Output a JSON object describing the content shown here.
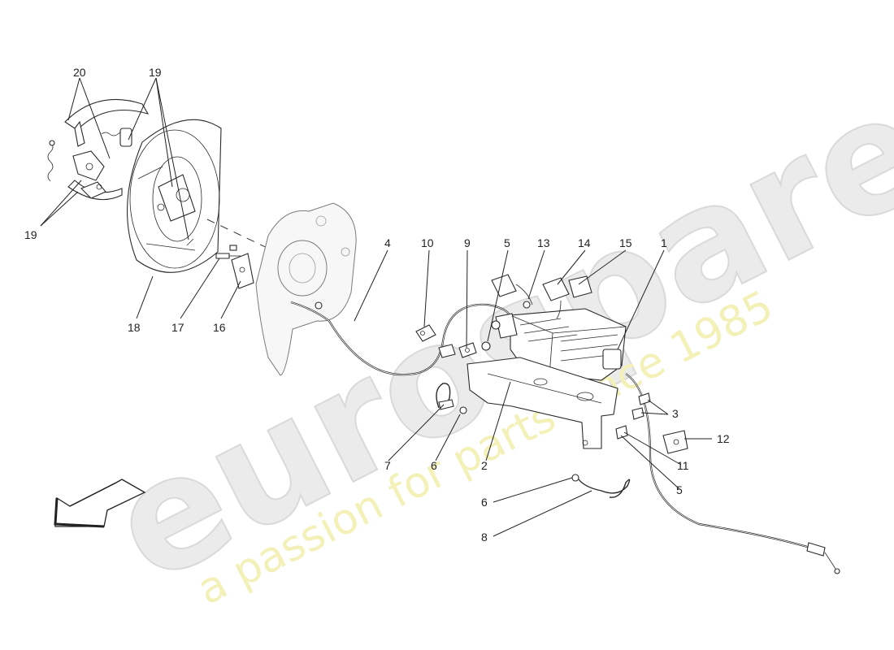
{
  "watermark": {
    "brand": "eurospares",
    "tagline": "a passion for parts since 1985"
  },
  "callouts": [
    {
      "id": "c1",
      "label": "1"
    },
    {
      "id": "c2",
      "label": "2"
    },
    {
      "id": "c3",
      "label": "3"
    },
    {
      "id": "c4",
      "label": "4"
    },
    {
      "id": "c5a",
      "label": "5"
    },
    {
      "id": "c5b",
      "label": "5"
    },
    {
      "id": "c6a",
      "label": "6"
    },
    {
      "id": "c6b",
      "label": "6"
    },
    {
      "id": "c7",
      "label": "7"
    },
    {
      "id": "c8",
      "label": "8"
    },
    {
      "id": "c9",
      "label": "9"
    },
    {
      "id": "c10",
      "label": "10"
    },
    {
      "id": "c11",
      "label": "11"
    },
    {
      "id": "c12",
      "label": "12"
    },
    {
      "id": "c13",
      "label": "13"
    },
    {
      "id": "c14",
      "label": "14"
    },
    {
      "id": "c15",
      "label": "15"
    },
    {
      "id": "c16",
      "label": "16"
    },
    {
      "id": "c17",
      "label": "17"
    },
    {
      "id": "c18",
      "label": "18"
    },
    {
      "id": "c19a",
      "label": "19"
    },
    {
      "id": "c19b",
      "label": "19"
    },
    {
      "id": "c20",
      "label": "20"
    }
  ],
  "icons": {
    "direction_arrow": "front-direction-arrow-icon"
  }
}
